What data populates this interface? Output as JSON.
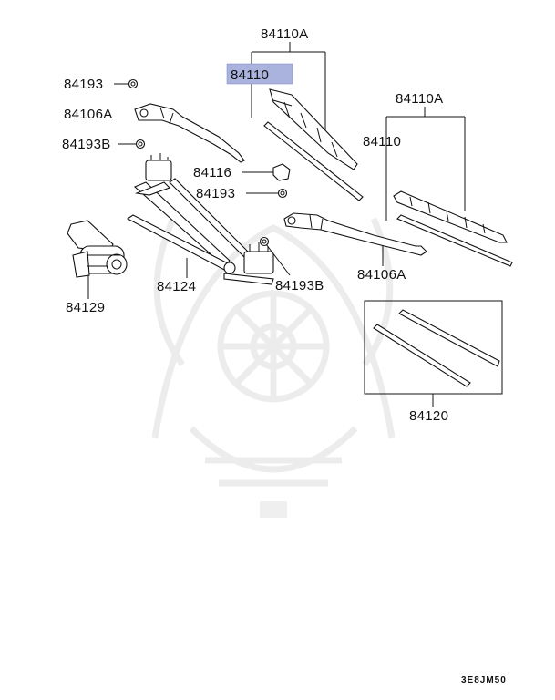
{
  "diagram": {
    "highlight_color": "#a9b3de",
    "callouts": {
      "top_blade_group": "84110A",
      "top_blade_selected": "84110",
      "right_blade_group": "84110A",
      "right_blade": "84110",
      "nut_top": "84193",
      "arm_left": "84106A",
      "bush_left": "84193B",
      "cap": "84116",
      "nut_mid": "84193",
      "motor": "84129",
      "linkage": "84124",
      "bush_right": "84193B",
      "arm_right": "84106A",
      "refills": "84120"
    },
    "diagram_code": "3E8JM50"
  }
}
